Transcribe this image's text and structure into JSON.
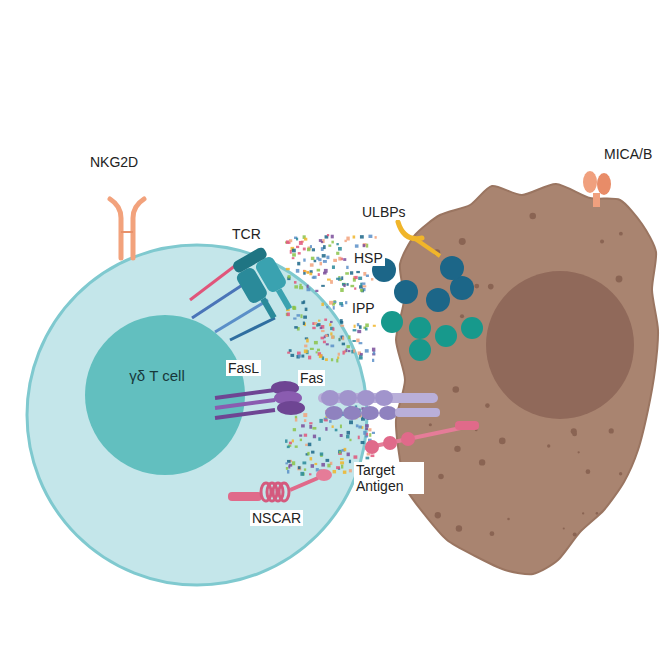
{
  "diagram": {
    "nodes": [
      {
        "text": [
          "γδ T cell"
        ]
      }
    ],
    "labels": [
      "NKG2D",
      "TCR",
      "ULBPs",
      "MICA/B",
      "HSP",
      "IPP",
      "FasL",
      "Fas",
      "Target Antigen",
      "NSCAR"
    ]
  }
}
